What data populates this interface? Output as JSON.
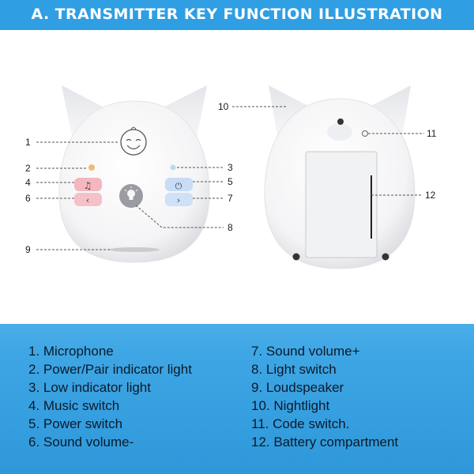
{
  "header": {
    "title": "A. TRANSMITTER KEY FUNCTION ILLUSTRATION"
  },
  "callouts": [
    "1",
    "2",
    "3",
    "4",
    "5",
    "6",
    "7",
    "8",
    "9",
    "10",
    "11",
    "12"
  ],
  "legend": [
    "1. Microphone",
    "2. Power/Pair indicator light",
    "3. Low indicator light",
    "4. Music switch",
    "5. Power switch",
    "6. Sound volume-",
    "7. Sound volume+",
    "8. Light switch",
    "9. Loudspeaker",
    "10. Nightlight",
    "11. Code switch.",
    "12. Battery compartment"
  ],
  "icons": {
    "microphone": "smiley-face-icon",
    "music": "music-note-icon",
    "power": "power-icon",
    "volume_down": "arrow-left-icon",
    "volume_up": "arrow-right-icon",
    "light": "light-bulb-icon"
  },
  "colors": {
    "banner": "#2f9ee3",
    "legend_bg": "#3ea6e4",
    "indicator_pair": "#f2b97a",
    "indicator_low": "#b9dcef",
    "music_button": "#f4b6bf",
    "power_button": "#c7dcf5"
  }
}
